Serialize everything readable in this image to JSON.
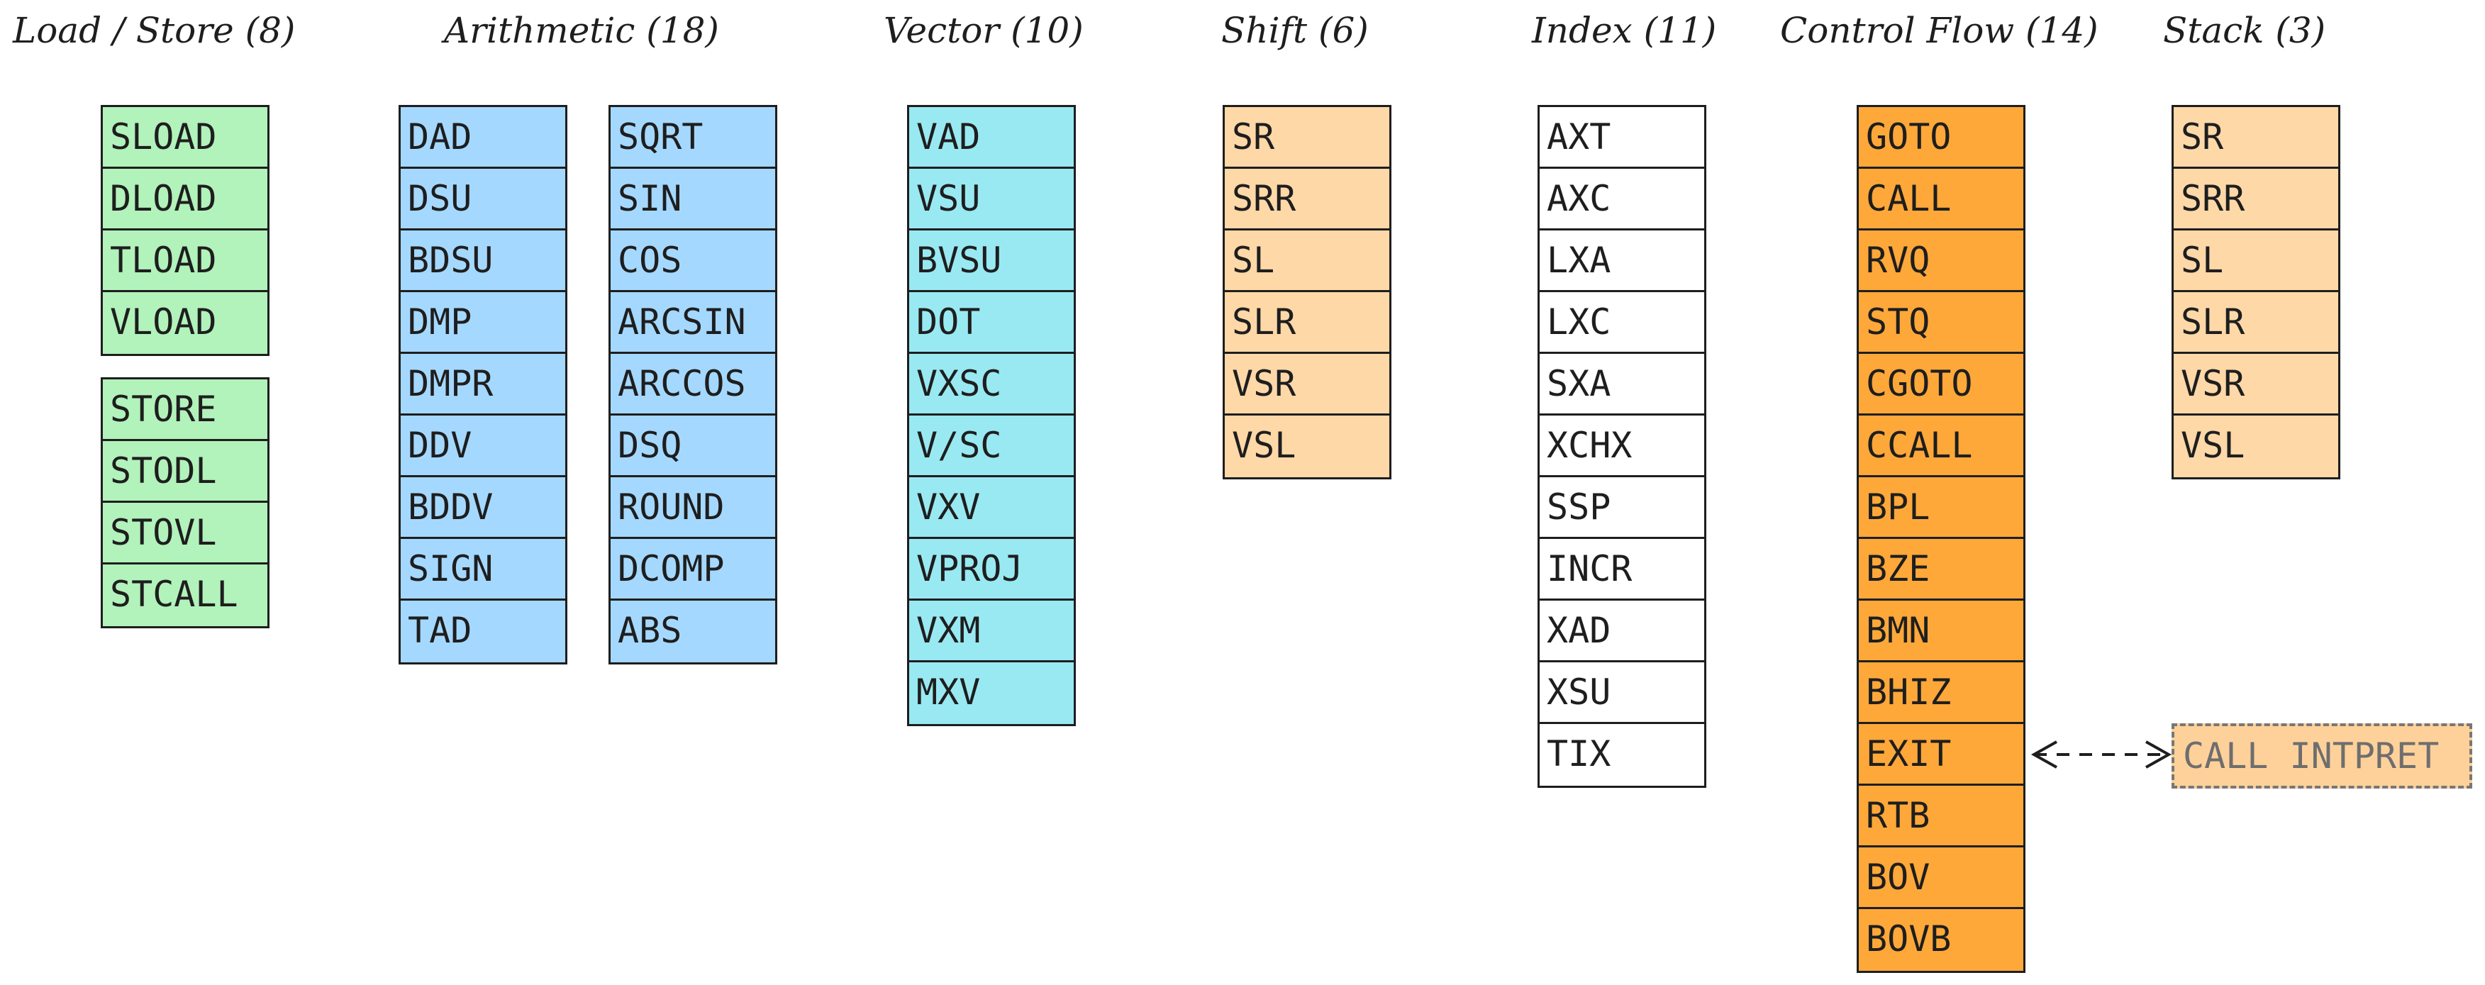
{
  "palette": {
    "green": "#b2f2bb",
    "blue": "#a5d8ff",
    "cyan": "#99e9f2",
    "peach": "#ffd8a8",
    "white": "#ffffff",
    "orange": "#ffa83a",
    "stroke": "#1e1e1e"
  },
  "groups": [
    {
      "id": "load-store",
      "title": "Load / Store (8)",
      "color": "green",
      "columns": [
        [
          "SLOAD",
          "DLOAD",
          "TLOAD",
          "VLOAD"
        ],
        [
          "STORE",
          "STODL",
          "STOVL",
          "STCALL"
        ]
      ]
    },
    {
      "id": "arithmetic",
      "title": "Arithmetic (18)",
      "color": "blue",
      "columns": [
        [
          "DAD",
          "DSU",
          "BDSU",
          "DMP",
          "DMPR",
          "DDV",
          "BDDV",
          "SIGN",
          "TAD"
        ],
        [
          "SQRT",
          "SIN",
          "COS",
          "ARCSIN",
          "ARCCOS",
          "DSQ",
          "ROUND",
          "DCOMP",
          "ABS"
        ]
      ]
    },
    {
      "id": "vector",
      "title": "Vector (10)",
      "color": "cyan",
      "columns": [
        [
          "VAD",
          "VSU",
          "BVSU",
          "DOT",
          "VXSC",
          "V/SC",
          "VXV",
          "VPROJ",
          "VXM",
          "MXV"
        ]
      ]
    },
    {
      "id": "shift",
      "title": "Shift (6)",
      "color": "peach",
      "columns": [
        [
          "SR",
          "SRR",
          "SL",
          "SLR",
          "VSR",
          "VSL"
        ]
      ]
    },
    {
      "id": "index",
      "title": "Index (11)",
      "color": "white",
      "columns": [
        [
          "AXT",
          "AXC",
          "LXA",
          "LXC",
          "SXA",
          "XCHX",
          "SSP",
          "INCR",
          "XAD",
          "XSU",
          "TIX"
        ]
      ]
    },
    {
      "id": "control-flow",
      "title": "Control Flow (14)",
      "color": "orange",
      "columns": [
        [
          "GOTO",
          "CALL",
          "RVQ",
          "STQ",
          "CGOTO",
          "CCALL",
          "BPL",
          "BZE",
          "BMN",
          "BHIZ",
          "EXIT",
          "RTB",
          "BOV",
          "BOVB"
        ]
      ]
    },
    {
      "id": "stack",
      "title": "Stack (3)",
      "color": "peach",
      "columns": [
        [
          "SR",
          "SRR",
          "SL",
          "SLR",
          "VSR",
          "VSL"
        ]
      ]
    }
  ],
  "external": {
    "label": "CALL INTPRET",
    "color": "#ffd19a"
  }
}
